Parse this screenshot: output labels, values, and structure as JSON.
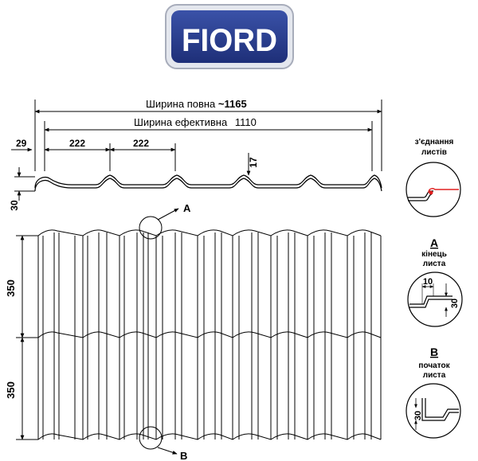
{
  "logo": {
    "text": "FIORD",
    "colors": {
      "badge": "#2b3f8f",
      "border": "#c8ccd6"
    }
  },
  "dimensions": {
    "full_width_label": "Ширина повна",
    "full_width_value": "~1165",
    "effective_width_label": "Ширина ефективна",
    "effective_width_value": "1110",
    "edge_offset": "29",
    "wave_pitch_1": "222",
    "wave_pitch_2": "222",
    "step_depth": "17",
    "profile_height": "30",
    "panel_length_1": "350",
    "panel_length_2": "350"
  },
  "markers": {
    "top": "A",
    "bottom": "B"
  },
  "details": {
    "joint": {
      "title_line1": "з'єднання",
      "title_line2": "листів",
      "accent": "#e02020"
    },
    "end": {
      "letter": "A",
      "title_line1": "кінець",
      "title_line2": "листа",
      "dim_width": "10",
      "dim_height": "30"
    },
    "start": {
      "letter": "B",
      "title_line1": "початок",
      "title_line2": "листа",
      "dim_height": "30"
    }
  }
}
